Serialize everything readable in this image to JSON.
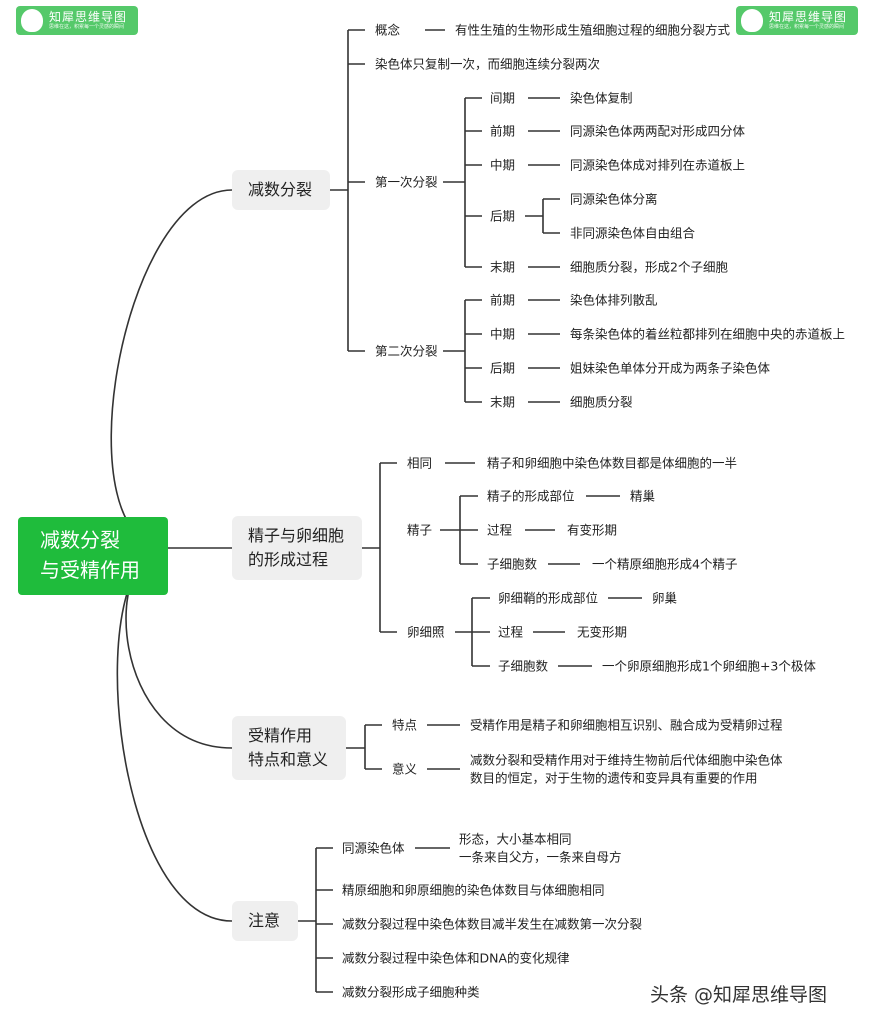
{
  "logo": {
    "name": "知犀思维导图",
    "slogan": "思维在这，积累每一个灵感的瞬间"
  },
  "watermark": "头条 @知犀思维导图",
  "colors": {
    "root": "#1fbc3c",
    "branch_box": "#efefef",
    "logo": "#55c96a"
  },
  "root": {
    "line1": "减数分裂",
    "line2": "与受精作用"
  },
  "b1": {
    "title": "减数分裂",
    "concept": "概念",
    "concept_text": "有性生殖的生物形成生殖细胞过程的细胞分裂方式",
    "fact": "染色体只复制一次，而细胞连续分裂两次",
    "first": "第一次分裂",
    "f": [
      {
        "k": "间期",
        "v": "染色体复制"
      },
      {
        "k": "前期",
        "v": "同源染色体两两配对形成四分体"
      },
      {
        "k": "中期",
        "v": "同源染色体成对排列在赤道板上"
      },
      {
        "k": "后期",
        "v1": "同源染色体分离",
        "v2": "非同源染色体自由组合"
      },
      {
        "k": "末期",
        "v": "细胞质分裂，形成2个子细胞"
      }
    ],
    "second": "第二次分裂",
    "s": [
      {
        "k": "前期",
        "v": "染色体排列散乱"
      },
      {
        "k": "中期",
        "v": "每条染色体的着丝粒都排列在细胞中央的赤道板上"
      },
      {
        "k": "后期",
        "v": "姐妹染色单体分开成为两条子染色体"
      },
      {
        "k": "末期",
        "v": "细胞质分裂"
      }
    ]
  },
  "b2": {
    "line1": "精子与卵细胞",
    "line2": "的形成过程",
    "same": "相同",
    "same_text": "精子和卵细胞中染色体数目都是体细胞的一半",
    "sperm": "精子",
    "sp": [
      {
        "k": "精子的形成部位",
        "v": "精巢"
      },
      {
        "k": "过程",
        "v": "有变形期"
      },
      {
        "k": "子细胞数",
        "v": "一个精原细胞形成4个精子"
      }
    ],
    "egg": "卵细照",
    "eg": [
      {
        "k": "卵细鞘的形成部位",
        "v": "卵巢"
      },
      {
        "k": "过程",
        "v": "无变形期"
      },
      {
        "k": "子细胞数",
        "v": "一个卵原细胞形成1个卵细胞+3个极体"
      }
    ]
  },
  "b3": {
    "line1": "受精作用",
    "line2": "特点和意义",
    "feature": "特点",
    "feature_text": "受精作用是精子和卵细胞相互识别、融合成为受精卵过程",
    "meaning": "意义",
    "meaning_l1": "减数分裂和受精作用对于维持生物前后代体细胞中染色体",
    "meaning_l2": "数目的恒定，对于生物的遗传和变异具有重要的作用"
  },
  "b4": {
    "title": "注意",
    "homolog": "同源染色体",
    "homolog_l1": "形态，大小基本相同",
    "homolog_l2": "一条来自父方，一条来自母方",
    "items": [
      "精原细胞和卵原细胞的染色体数目与体细胞相同",
      "减数分裂过程中染色体数目减半发生在减数第一次分裂",
      "减数分裂过程中染色体和DNA的变化规律",
      "减数分裂形成子细胞种类"
    ]
  }
}
